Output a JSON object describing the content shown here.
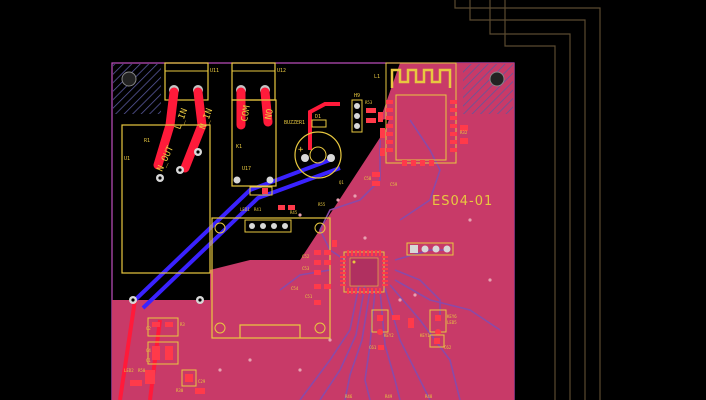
{
  "board_id": "ES04-01",
  "refs": {
    "u1": "U1",
    "u11": "U11",
    "u12": "U12",
    "u17": "U17",
    "r1": "R1",
    "k1": "K1",
    "l1": "L1",
    "h9": "H9",
    "buzzer": "BUZZER1",
    "d1": "D1",
    "q1": "Q1",
    "r53": "R53",
    "r32": "R32",
    "c58": "C58",
    "c59": "C59",
    "led": "LED1",
    "r41": "R41",
    "r45": "R45",
    "r55": "R55",
    "c51": "C51",
    "c52": "C52",
    "c53": "C53",
    "c54": "C54",
    "r50": "R50",
    "c1": "C1",
    "c2": "C2",
    "c4": "C4",
    "r3": "R3",
    "led2": "LED2",
    "r30": "R30",
    "c29": "C29",
    "led5": "LED5",
    "key6": "KEY6",
    "key2": "KEY2",
    "key1": "KEY1",
    "c61": "C61",
    "c62": "C62",
    "r46": "R46",
    "r49": "R49",
    "r48": "R48"
  },
  "terminal_labels": {
    "left_a": "L_IN",
    "left_b": "N_IN",
    "left_c": "N_OUT",
    "right_a": "COM",
    "right_b": "NO"
  },
  "colors": {
    "background": "#000000",
    "copper_pour": "#c83a68",
    "copper_dark": "#a83058",
    "trace_top": "#ff1a3a",
    "trace_bottom": "#3a22ff",
    "trace_inner": "#8a4aa8",
    "silkscreen": "#e8c840",
    "pad": "#ff3a4a",
    "outline": "#c050c0"
  }
}
